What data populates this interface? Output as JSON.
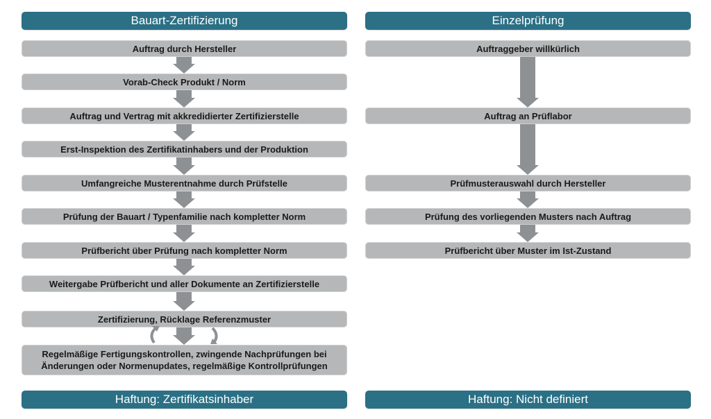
{
  "colors": {
    "header_bg": "#2b7085",
    "step_bg": "#b6b7b9",
    "arrow": "#8e9194"
  },
  "left": {
    "title": "Bauart-Zertifizierung",
    "steps": [
      "Auftrag durch Hersteller",
      "Vorab-Check Produkt / Norm",
      "Auftrag und Vertrag mit akkredidierter Zertifizierstelle",
      "Erst-Inspektion des Zertifikatinhabers und der Produktion",
      "Umfangreiche Musterentnahme durch Prüfstelle",
      "Prüfung der Bauart / Typenfamilie nach kompletter Norm",
      "Prüfbericht über Prüfung nach kompletter Norm",
      "Weitergabe Prüfbericht und aller Dokumente an Zertifizierstelle",
      "Zertifizierung, Rücklage Referenzmuster"
    ],
    "final_step_line1": "Regelmäßige Fertigungskontrollen, zwingende Nachprüfungen bei",
    "final_step_line2": "Änderungen oder Normenupdates, regelmäßige Kontrollprüfungen",
    "footer": "Haftung: Zertifikatsinhaber"
  },
  "right": {
    "title": "Einzelprüfung",
    "steps": [
      "Auftraggeber willkürlich",
      "Auftrag an Prüflabor",
      "Prüfmusterauswahl durch Hersteller",
      "Prüfung des vorliegenden Musters nach Auftrag",
      "Prüfbericht über Muster im Ist-Zustand"
    ],
    "footer": "Haftung: Nicht definiert"
  }
}
